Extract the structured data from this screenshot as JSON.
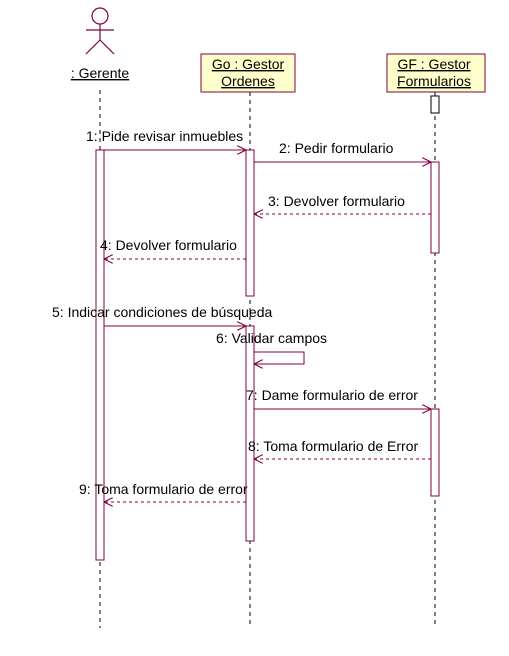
{
  "colors": {
    "line": "#800040",
    "box_fill": "#ffffcc",
    "activation_fill": "#ffffff",
    "text": "#000000"
  },
  "actors": [
    {
      "id": "gerente",
      "kind": "actor-icon",
      "label": ": Gerente"
    },
    {
      "id": "gestor-ordenes",
      "kind": "object-box",
      "label_lines": [
        "Go : Gestor",
        "Ordenes"
      ]
    },
    {
      "id": "gestor-formularios",
      "kind": "object-box",
      "label_lines": [
        "GF : Gestor",
        "Formularios"
      ]
    }
  ],
  "messages": [
    {
      "n": 1,
      "text": "1: Pide revisar inmuebles",
      "from": "gerente",
      "to": "gestor-ordenes",
      "type": "call"
    },
    {
      "n": 2,
      "text": "2: Pedir formulario",
      "from": "gestor-ordenes",
      "to": "gestor-formularios",
      "type": "call"
    },
    {
      "n": 3,
      "text": "3: Devolver formulario",
      "from": "gestor-formularios",
      "to": "gestor-ordenes",
      "type": "return"
    },
    {
      "n": 4,
      "text": "4: Devolver formulario",
      "from": "gestor-ordenes",
      "to": "gerente",
      "type": "return"
    },
    {
      "n": 5,
      "text": "5: Indicar condiciones de búsqueda",
      "from": "gerente",
      "to": "gestor-ordenes",
      "type": "call"
    },
    {
      "n": 6,
      "text": "6: Validar campos",
      "from": "gestor-ordenes",
      "to": "gestor-ordenes",
      "type": "self"
    },
    {
      "n": 7,
      "text": "7: Dame formulario de error",
      "from": "gestor-ordenes",
      "to": "gestor-formularios",
      "type": "call"
    },
    {
      "n": 8,
      "text": "8: Toma formulario de Error",
      "from": "gestor-formularios",
      "to": "gestor-ordenes",
      "type": "return"
    },
    {
      "n": 9,
      "text": "9: Toma formulario de error",
      "from": "gestor-ordenes",
      "to": "gerente",
      "type": "return"
    }
  ]
}
